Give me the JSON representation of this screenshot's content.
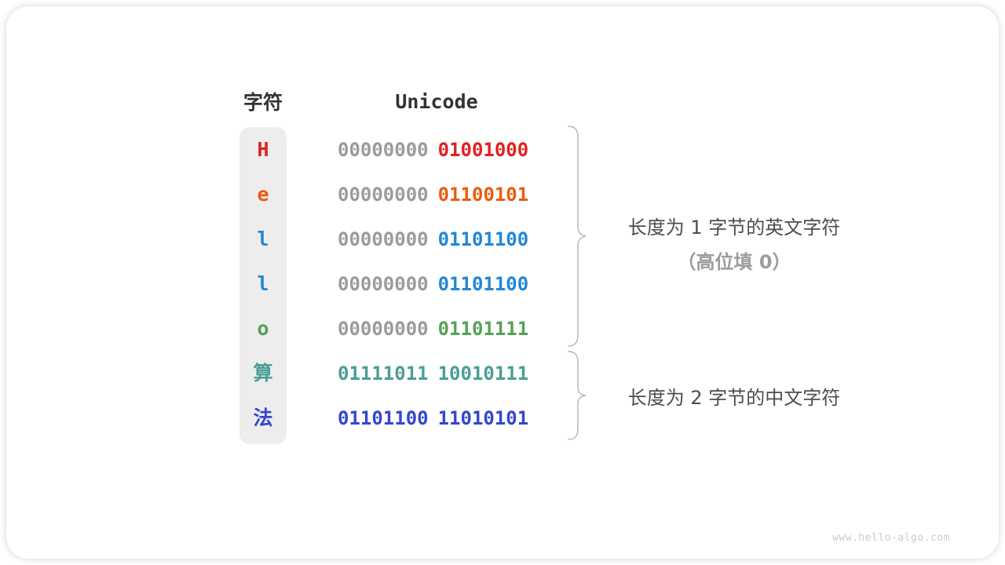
{
  "figure": {
    "headers": {
      "char": "字符",
      "unicode": "Unicode"
    },
    "rows": [
      {
        "char": "H",
        "color": "#e02020",
        "bytes": [
          "00000000",
          "01001000"
        ],
        "byte_colors": [
          "#9b9b9b",
          "#e02020"
        ]
      },
      {
        "char": "e",
        "color": "#ec5b0c",
        "bytes": [
          "00000000",
          "01100101"
        ],
        "byte_colors": [
          "#9b9b9b",
          "#ec5b0c"
        ]
      },
      {
        "char": "l",
        "color": "#2187d6",
        "bytes": [
          "00000000",
          "01101100"
        ],
        "byte_colors": [
          "#9b9b9b",
          "#2187d6"
        ]
      },
      {
        "char": "l",
        "color": "#2187d6",
        "bytes": [
          "00000000",
          "01101100"
        ],
        "byte_colors": [
          "#9b9b9b",
          "#2187d6"
        ]
      },
      {
        "char": "o",
        "color": "#56a156",
        "bytes": [
          "00000000",
          "01101111"
        ],
        "byte_colors": [
          "#9b9b9b",
          "#56a156"
        ]
      },
      {
        "char": "算",
        "color": "#4a9e96",
        "bytes": [
          "01111011",
          "10010111"
        ],
        "byte_colors": [
          "#4a9e96",
          "#4a9e96"
        ]
      },
      {
        "char": "法",
        "color": "#3346d2",
        "bytes": [
          "01101100",
          "11010101"
        ],
        "byte_colors": [
          "#3346d2",
          "#3346d2"
        ]
      }
    ],
    "annotations": {
      "english": {
        "line1": "长度为 1 字节的英文字符",
        "line2": "（高位填 0）"
      },
      "chinese": {
        "line1": "长度为 2 字节的中文字符"
      }
    },
    "watermark": "www.hello-algo.com",
    "colors": {
      "muted_byte": "#9b9b9b",
      "header_text": "#333333",
      "annotation_primary": "#4d4d4d",
      "annotation_secondary": "#9c9c9c",
      "brace": "#b3b3b3",
      "char_column_bg": "#ededed",
      "watermark": "#cbcbcb"
    }
  }
}
